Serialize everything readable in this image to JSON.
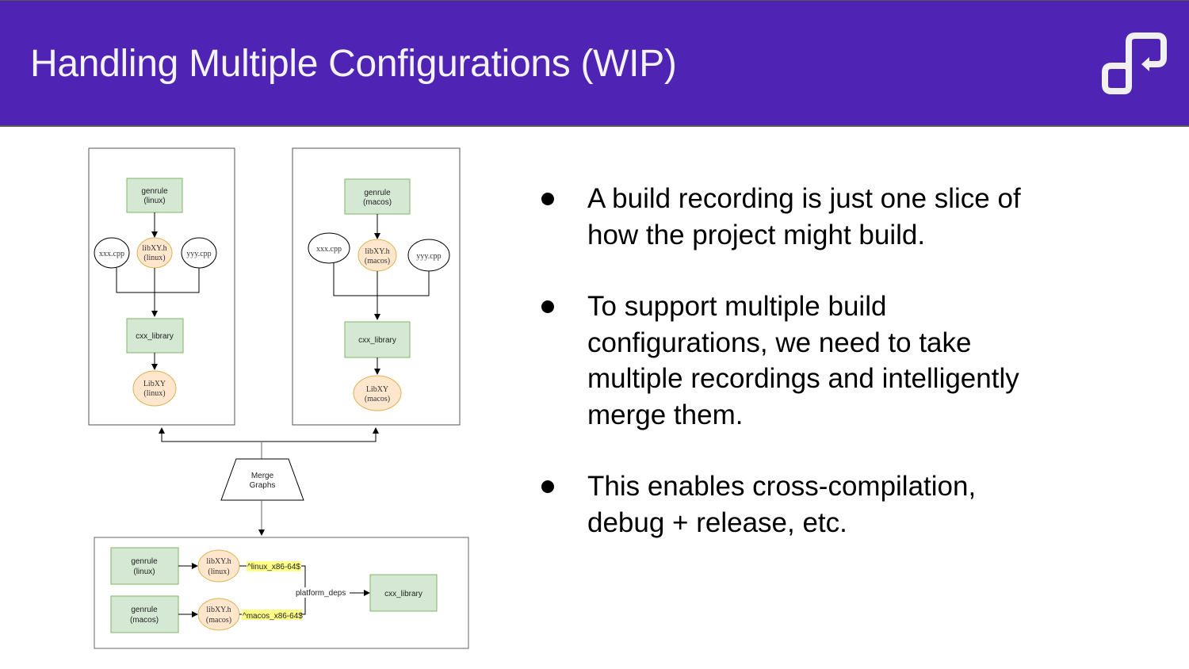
{
  "header": {
    "title": "Handling Multiple Configurations (WIP)",
    "logo_icon": "loop-arrow-logo-icon",
    "background_color": "#4f24b4"
  },
  "diagram": {
    "linux_graph": {
      "genrule": [
        "genrule",
        "(linux)"
      ],
      "sources": [
        "xxx.cpp",
        "yyy.cpp"
      ],
      "header": [
        "libXY.h",
        "(linux)"
      ],
      "library": "cxx_library",
      "output": [
        "LibXY",
        "(linux)"
      ]
    },
    "macos_graph": {
      "genrule": [
        "genrule",
        "(macos)"
      ],
      "sources": [
        "xxx.cpp",
        "yyy.cpp"
      ],
      "header": [
        "libXY.h",
        "(macos)"
      ],
      "library": "cxx_library",
      "output": [
        "LibXY",
        "(macos)"
      ]
    },
    "merge": [
      "Merge",
      "Graphs"
    ],
    "merged_graph": {
      "genrule_linux": [
        "genrule",
        "(linux)"
      ],
      "genrule_macos": [
        "genrule",
        "(macos)"
      ],
      "header_linux": [
        "libXY.h",
        "(linux)"
      ],
      "header_macos": [
        "libXY.h",
        "(macos)"
      ],
      "selector_linux": "^linux_x86-64$",
      "selector_macos": "^macos_x86-64$",
      "platform_deps": "platform_deps",
      "library": "cxx_library"
    },
    "colors": {
      "rule_fill": "#d5e8d4",
      "rule_stroke": "#82b366",
      "header_fill": "#ffe6cc",
      "header_stroke": "#d6b656",
      "selector_highlight": "#ffff88"
    }
  },
  "bullets": [
    "A build recording is just one slice of how the project might build.",
    "To support multiple build configurations, we need to take multiple recordings and intelligently merge them.",
    "This enables cross-compilation, debug + release, etc."
  ]
}
